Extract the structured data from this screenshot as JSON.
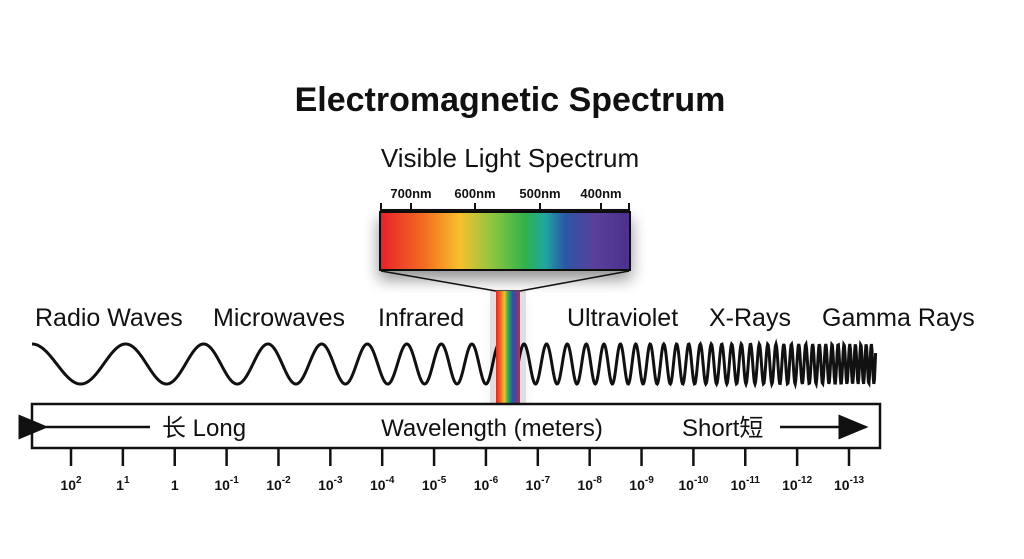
{
  "title": "Electromagnetic Spectrum",
  "visible": {
    "title": "Visible Light Spectrum",
    "ticks": [
      "700nm",
      "600nm",
      "500nm",
      "400nm"
    ]
  },
  "bands": [
    "Radio Waves",
    "Microwaves",
    "Infrared",
    "Ultraviolet",
    "X-Rays",
    "Gamma Rays"
  ],
  "axis": {
    "left_label": "长 Long",
    "center_label": "Wavelength (meters)",
    "right_label": "Short短"
  },
  "wavelength_ticks": [
    {
      "base": "10",
      "exp": "2"
    },
    {
      "base": "1",
      "exp": "1"
    },
    {
      "base": "1",
      "exp": ""
    },
    {
      "base": "10",
      "exp": "-1"
    },
    {
      "base": "10",
      "exp": "-2"
    },
    {
      "base": "10",
      "exp": "-3"
    },
    {
      "base": "10",
      "exp": "-4"
    },
    {
      "base": "10",
      "exp": "-5"
    },
    {
      "base": "10",
      "exp": "-6"
    },
    {
      "base": "10",
      "exp": "-7"
    },
    {
      "base": "10",
      "exp": "-8"
    },
    {
      "base": "10",
      "exp": "-9"
    },
    {
      "base": "10",
      "exp": "-10"
    },
    {
      "base": "10",
      "exp": "-11"
    },
    {
      "base": "10",
      "exp": "-12"
    },
    {
      "base": "10",
      "exp": "-13"
    }
  ],
  "colors": {
    "ink": "#111111",
    "spectrum": [
      "#e8202a",
      "#f36f21",
      "#f6c12c",
      "#8dc63f",
      "#2fb34a",
      "#1fa7a0",
      "#2b57a6",
      "#5b3f9b",
      "#4a2f8c"
    ]
  }
}
